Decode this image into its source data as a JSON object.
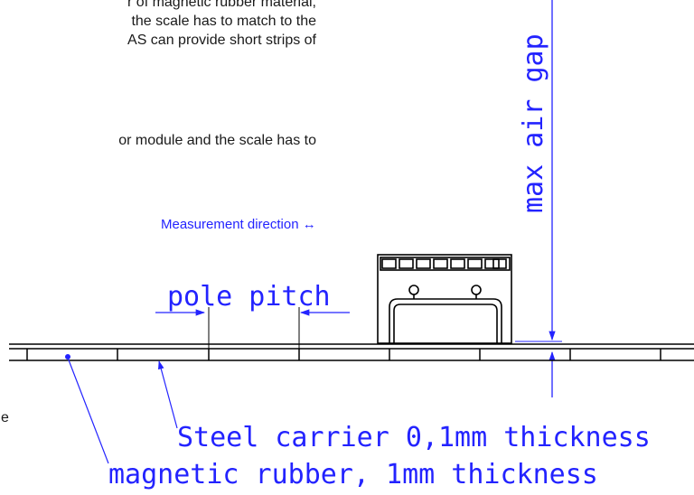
{
  "text_block": {
    "lines_1": [
      "r of magnetic rubber material,",
      "the scale has to match to the",
      "AS can provide short strips of"
    ],
    "lines_2": [
      "or module and the scale has to"
    ],
    "edge_glyph": "e"
  },
  "diagram": {
    "max_air_gap_label": "max air gap",
    "measurement_direction_label": "Measurement direction ↔",
    "pole_pitch_label": "pole pitch",
    "steel_carrier_label": "Steel carrier 0,1mm thickness",
    "magnetic_rubber_label": "magnetic rubber, 1mm thickness"
  },
  "colors": {
    "annotation": "#2323ff",
    "drawing": "#000000",
    "text": "#1a1a1a"
  }
}
